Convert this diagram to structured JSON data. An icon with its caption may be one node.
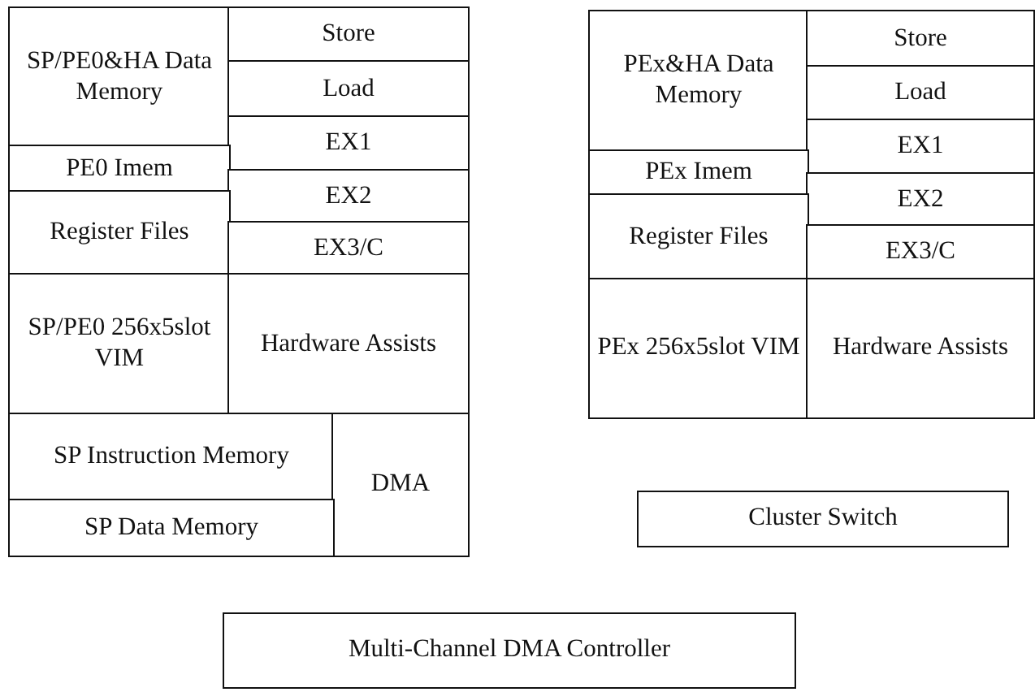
{
  "diagram": {
    "nodes": [
      {
        "text": [
          "SP/PE0&HA Data Memory"
        ]
      },
      {
        "text": [
          "Store"
        ]
      },
      {
        "text": [
          "Load"
        ]
      },
      {
        "text": [
          "EX1"
        ]
      },
      {
        "text": [
          "PE0 Imem"
        ]
      },
      {
        "text": [
          "EX2"
        ]
      },
      {
        "text": [
          "Register Files"
        ]
      },
      {
        "text": [
          "EX3/C"
        ]
      },
      {
        "text": [
          "SP/PE0 256x5slot VIM"
        ]
      },
      {
        "text": [
          "Hardware Assists"
        ]
      },
      {
        "text": [
          "SP Instruction Memory"
        ]
      },
      {
        "text": [
          "DMA"
        ]
      },
      {
        "text": [
          "SP Data Memory"
        ]
      },
      {
        "text": [
          "PEx&HA Data Memory"
        ]
      },
      {
        "text": [
          "Store"
        ]
      },
      {
        "text": [
          "Load"
        ]
      },
      {
        "text": [
          "EX1"
        ]
      },
      {
        "text": [
          "PEx Imem"
        ]
      },
      {
        "text": [
          "EX2"
        ]
      },
      {
        "text": [
          "Register Files"
        ]
      },
      {
        "text": [
          "EX3/C"
        ]
      },
      {
        "text": [
          "PEx 256x5slot VIM"
        ]
      },
      {
        "text": [
          "Hardware Assists"
        ]
      },
      {
        "text": [
          "Cluster Switch"
        ]
      },
      {
        "text": [
          "Multi-Channel DMA Controller"
        ]
      }
    ]
  }
}
